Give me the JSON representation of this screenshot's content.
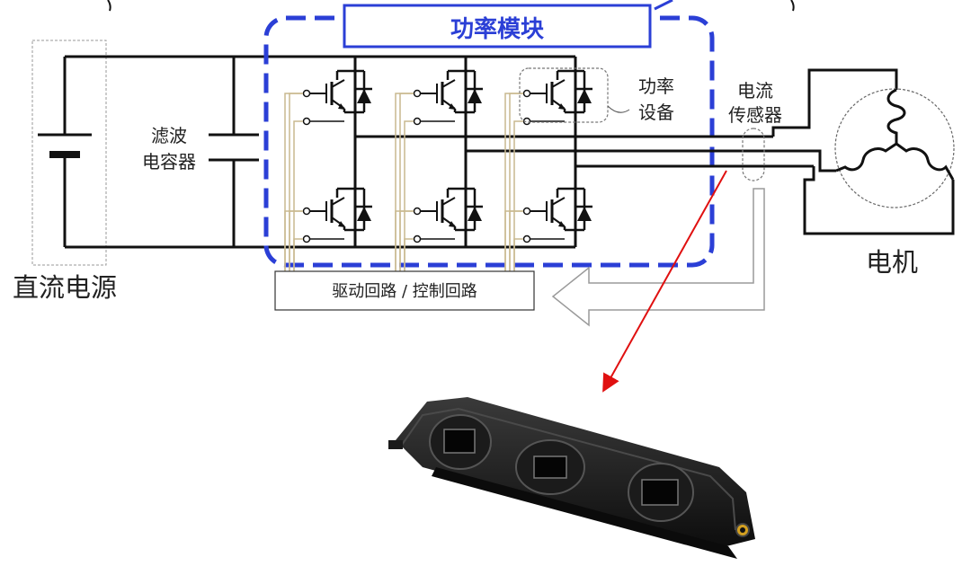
{
  "labels": {
    "power_module": "功率模块",
    "filter_capacitor_line1": "滤波",
    "filter_capacitor_line2": "电容器",
    "power_device_line1": "功率",
    "power_device_line2": "设备",
    "current_sensor_line1": "电流",
    "current_sensor_line2": "传感器",
    "dc_power": "直流电源",
    "motor": "电机",
    "drive_control": "驱动回路 / 控制回路"
  },
  "colors": {
    "module_border": "#2b3fd6",
    "wire": "#111111",
    "gate_wire": "#c9b98f",
    "callout_arrow": "#e01010",
    "sensor_body": "#1a1a1a"
  },
  "icons": [
    "battery-icon",
    "capacitor-icon",
    "igbt-icon",
    "diode-icon",
    "motor-winding-icon",
    "feedback-arrow-icon"
  ]
}
